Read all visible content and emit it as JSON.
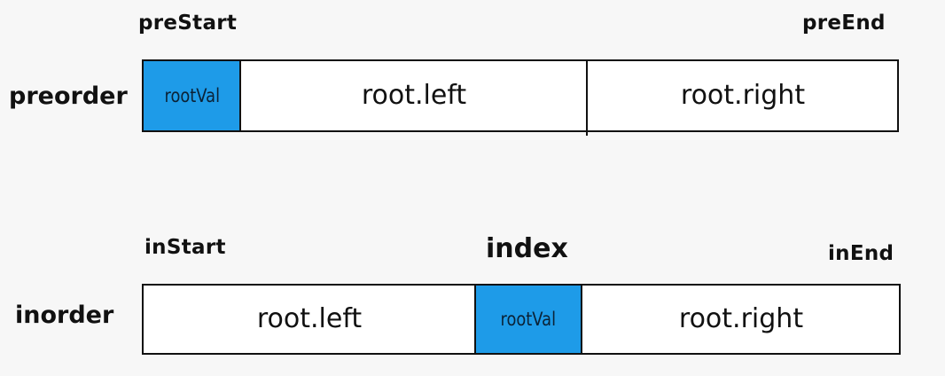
{
  "colors": {
    "root_cell": "#1e9be8",
    "border": "#111111",
    "background": "#f7f7f7"
  },
  "preorder": {
    "row_label": "preorder",
    "start_label": "preStart",
    "end_label": "preEnd",
    "segments": {
      "root": "rootVal",
      "left": "root.left",
      "right": "root.right"
    }
  },
  "inorder": {
    "row_label": "inorder",
    "start_label": "inStart",
    "index_label": "index",
    "end_label": "inEnd",
    "segments": {
      "left": "root.left",
      "root": "rootVal",
      "right": "root.right"
    }
  }
}
